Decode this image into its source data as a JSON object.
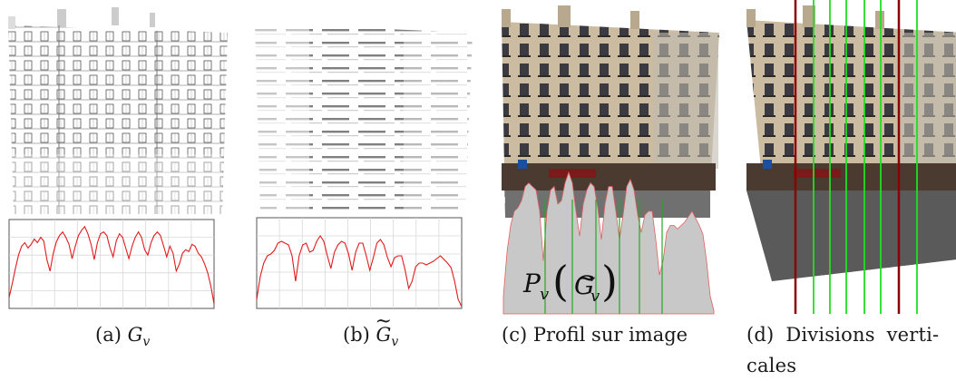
{
  "panels": [
    {
      "id": "a",
      "letter": "(a)",
      "symbol": "G",
      "sub": "v",
      "tilde": false
    },
    {
      "id": "b",
      "letter": "(b)",
      "symbol": "G",
      "sub": "v",
      "tilde": true
    },
    {
      "id": "c",
      "letter": "(c)",
      "text": "Profil sur image"
    },
    {
      "id": "d",
      "letter": "(d)",
      "text_line1": "Divisions verti-",
      "text_line2": "cales"
    }
  ],
  "overlay_c": {
    "P": "P",
    "sub": "v",
    "G": "G",
    "Gsub": "v"
  },
  "colors": {
    "profile_red": "#e31a1c",
    "division_green": "#22dd22",
    "boundary_red": "#8b0000",
    "profile_fill": "#c8c8c8",
    "grid": "#d8d8d8",
    "frame": "#555555"
  },
  "chart_data": [
    {
      "type": "line",
      "title": "",
      "series": [
        {
          "values": [
            0.12,
            0.28,
            0.45,
            0.6,
            0.7,
            0.74,
            0.68,
            0.72,
            0.78,
            0.74,
            0.8,
            0.76,
            0.55,
            0.42,
            0.62,
            0.75,
            0.82,
            0.86,
            0.8,
            0.72,
            0.56,
            0.7,
            0.82,
            0.88,
            0.92,
            0.84,
            0.72,
            0.55,
            0.74,
            0.84,
            0.86,
            0.82,
            0.68,
            0.58,
            0.76,
            0.84,
            0.8,
            0.68,
            0.56,
            0.7,
            0.8,
            0.86,
            0.8,
            0.66,
            0.6,
            0.74,
            0.82,
            0.86,
            0.82,
            0.7,
            0.58,
            0.7,
            0.62,
            0.42,
            0.5,
            0.62,
            0.66,
            0.64,
            0.72,
            0.7,
            0.62,
            0.58,
            0.5,
            0.4,
            0.25,
            0.05
          ]
        }
      ]
    },
    {
      "type": "line",
      "title": "",
      "series": [
        {
          "values": [
            0.1,
            0.35,
            0.5,
            0.58,
            0.6,
            0.64,
            0.72,
            0.74,
            0.72,
            0.7,
            0.58,
            0.3,
            0.58,
            0.7,
            0.72,
            0.62,
            0.64,
            0.74,
            0.8,
            0.74,
            0.58,
            0.44,
            0.62,
            0.7,
            0.74,
            0.72,
            0.6,
            0.42,
            0.62,
            0.72,
            0.72,
            0.58,
            0.42,
            0.56,
            0.72,
            0.76,
            0.7,
            0.56,
            0.46,
            0.56,
            0.58,
            0.58,
            0.42,
            0.22,
            0.3,
            0.46,
            0.5,
            0.5,
            0.48,
            0.5,
            0.52,
            0.55,
            0.58,
            0.54,
            0.5,
            0.45,
            0.3,
            0.1,
            0.02
          ]
        }
      ]
    }
  ]
}
